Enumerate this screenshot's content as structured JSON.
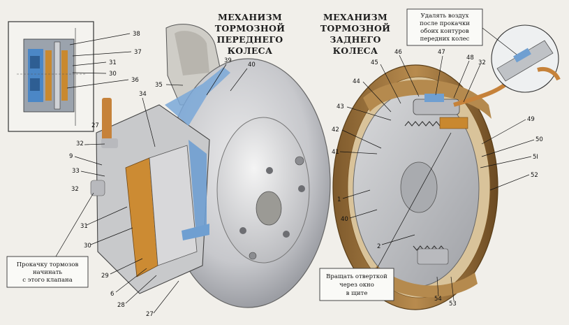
{
  "front": {
    "title_lines": [
      "МЕХАНИЗМ",
      "ТОРМОЗНОЙ",
      "ПЕРЕДНЕГО",
      "КОЛЕСА"
    ]
  },
  "rear": {
    "title_lines": [
      "МЕХАНИЗМ",
      "ТОРМОЗНОЙ",
      "ЗАДНЕГО",
      "КОЛЕСА"
    ]
  },
  "notes": {
    "bleed_air_lines": [
      "Удалять воздух",
      "после прокачки",
      "обоих контуров",
      "передних колес"
    ],
    "start_bleed_lines": [
      "Прокачку тормозов",
      "начинать",
      "с этого клапана"
    ],
    "rotate_lines": [
      "Вращать отверткой",
      "через окно",
      "в щите"
    ]
  },
  "callouts": {
    "c38": "38",
    "c37": "37",
    "c31_inset": "31",
    "c30_inset": "30",
    "c36": "36",
    "c27_inset": "27",
    "c39": "39",
    "c40_front": "40",
    "c35": "35",
    "c34": "34",
    "c32_front_top": "32",
    "c9": "9",
    "c33": "33",
    "c32_front_low": "32",
    "c31_front": "31",
    "c30_front": "30",
    "c29": "29",
    "c6": "6",
    "c28": "28",
    "c27_front": "27",
    "c46": "46",
    "c47": "47",
    "c48": "48",
    "c32_rear": "32",
    "c45": "45",
    "c44": "44",
    "c43": "43",
    "c42": "42",
    "c41": "41",
    "c49": "49",
    "c50": "50",
    "c51": "5I",
    "c52": "52",
    "c1": "1",
    "c40_rear": "40",
    "c2": "2",
    "c54": "54",
    "c53": "53"
  }
}
